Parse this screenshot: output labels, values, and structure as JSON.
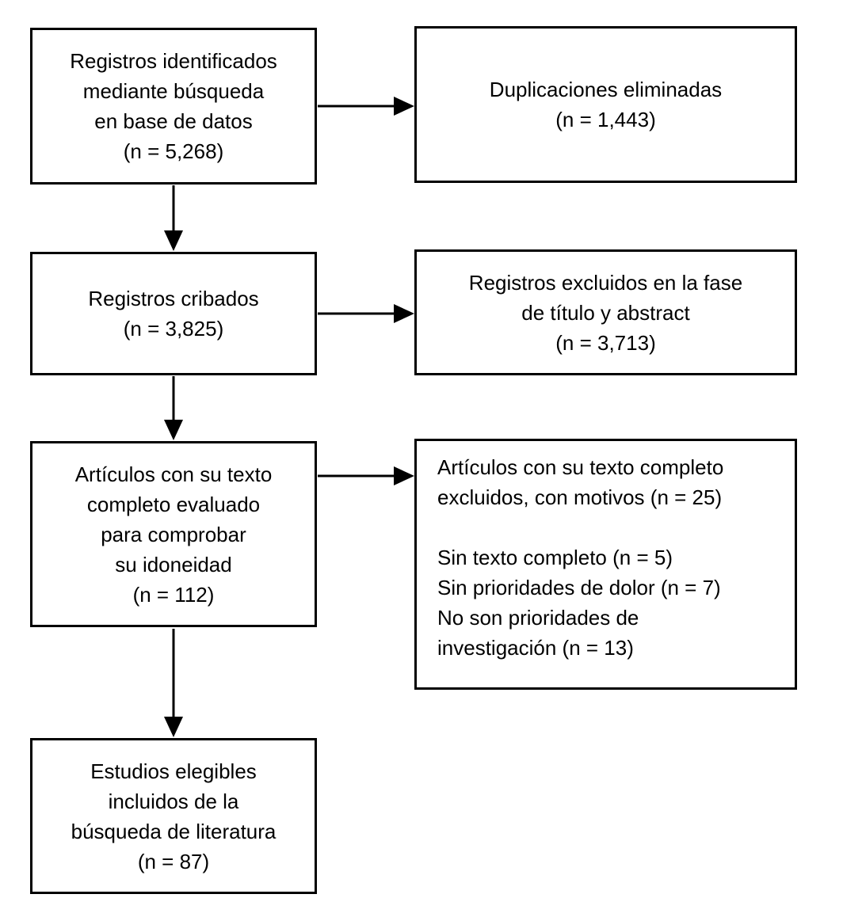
{
  "flowchart": {
    "colors": {
      "border": "#000000",
      "background": "#ffffff",
      "text": "#000000"
    },
    "boxes": [
      {
        "id": "records-identified",
        "text": "Registros identificados\nmediante búsqueda\nen base de datos\n(n = 5,268)",
        "n": "5,268"
      },
      {
        "id": "duplicates-removed",
        "text": "Duplicaciones eliminadas\n(n = 1,443)",
        "n": "1,443"
      },
      {
        "id": "records-screened",
        "text": "Registros cribados\n(n = 3,825)",
        "n": "3,825"
      },
      {
        "id": "records-excluded-title-abstract",
        "text": "Registros excluidos en la fase\nde título y abstract\n(n = 3,713)",
        "n": "3,713"
      },
      {
        "id": "fulltext-assessed",
        "text": "Artículos con su texto\ncompleto evaluado\npara comprobar\nsu idoneidad\n(n = 112)",
        "n": "112"
      },
      {
        "id": "fulltext-excluded",
        "text": "Artículos con su texto completo\nexcluidos, con motivos (n = 25)\n\nSin texto completo (n = 5)\nSin prioridades de dolor (n = 7)\nNo son prioridades de\ninvestigación (n = 13)",
        "n": "25"
      },
      {
        "id": "studies-included",
        "text": "Estudios elegibles\nincluidos de la\nbúsqueda de literatura\n(n = 87)",
        "n": "87"
      }
    ]
  }
}
